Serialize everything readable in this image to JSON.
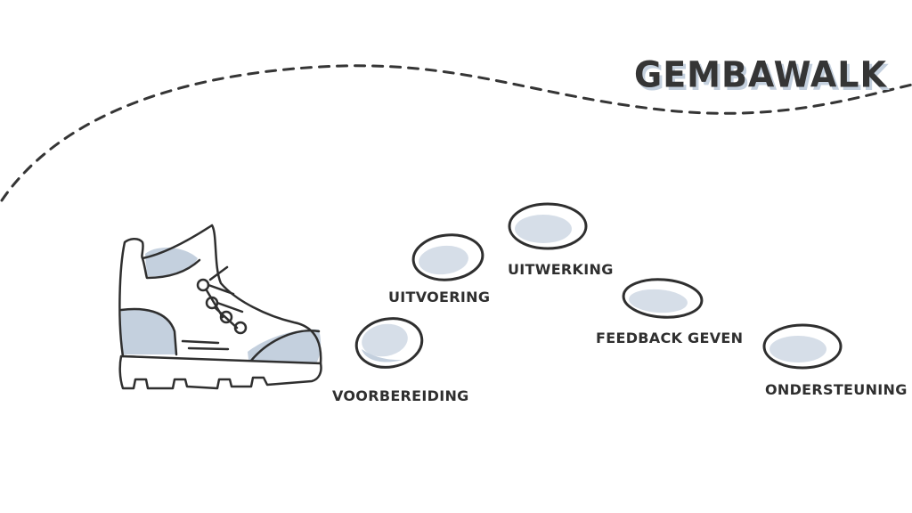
{
  "title": "GEMBAWALK",
  "steps": [
    {
      "label": "VOORBEREIDING"
    },
    {
      "label": "UITVOERING"
    },
    {
      "label": "UITWERKING"
    },
    {
      "label": "FEEDBACK GEVEN"
    },
    {
      "label": "ONDERSTEUNING"
    }
  ],
  "colors": {
    "ink": "#2f2f2f",
    "accent": "#c4d0de",
    "background": "#ffffff"
  }
}
